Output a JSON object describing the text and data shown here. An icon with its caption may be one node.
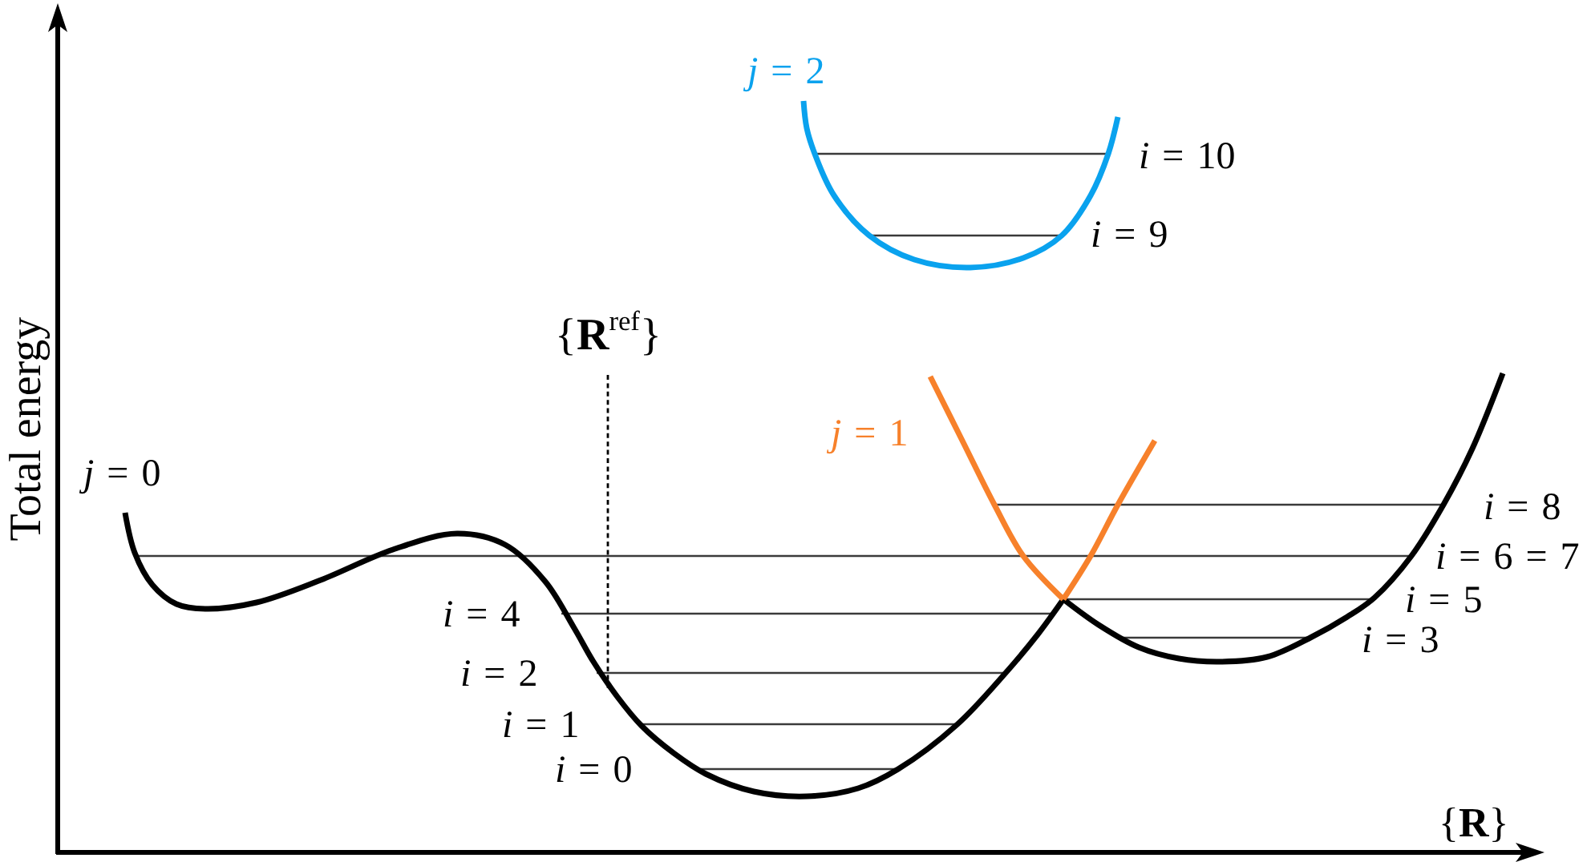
{
  "diagram": {
    "labels": [
      "*j* = 2",
      "*i* = 10",
      "*i* = 9",
      "{**R**$^{ref}$}",
      "*j* = 1",
      "*j* = 0",
      "*i* = 8",
      "*i* = 6 = 7",
      "*i* = 5",
      "*i* = 4",
      "*i* = 3",
      "*i* = 2",
      "*i* = 1",
      "*i* = 0",
      "Total energy",
      "{**R**}"
    ]
  }
}
